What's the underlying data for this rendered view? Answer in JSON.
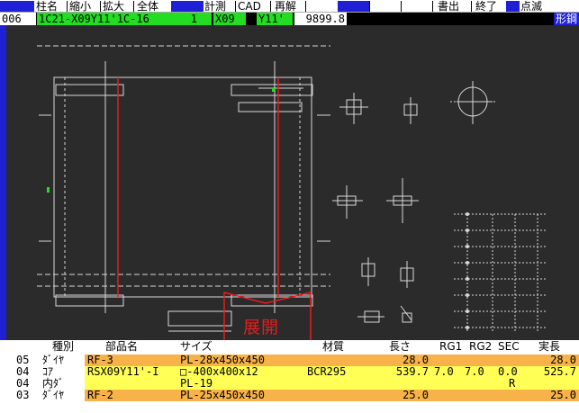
{
  "menu": {
    "items": [
      "柱名",
      "縮小",
      "拡大",
      "全体",
      "計測",
      "CAD",
      "再解",
      "書出",
      "終了",
      "点滅"
    ]
  },
  "info": {
    "no": "006",
    "member": "1C21-X09Y11'1C-16",
    "count": "1",
    "x": "X09",
    "y": "Y11'",
    "length": "9899.8",
    "right_tab": "形鋼"
  },
  "overlay": {
    "label": "展開"
  },
  "table": {
    "headers": {
      "type": "種別",
      "part": "部品名",
      "size": "サイズ",
      "material": "材質",
      "length": "長さ",
      "rg1": "RG1",
      "rg2": "RG2",
      "sec": "SEC",
      "actual": "実長"
    },
    "rows": [
      {
        "no": "05",
        "type": "ﾀﾞｲﾔ",
        "part": "RF-3",
        "size": "PL-28x450x450",
        "material": "",
        "length": "28.0",
        "rg1": "",
        "rg2": "",
        "sec": "",
        "actual": "28.0",
        "color": "#f7b24a"
      },
      {
        "no": "04",
        "type": "ｺｱ",
        "part": "RSX09Y11'-I",
        "size": "□-400x400x12",
        "material": "BCR295",
        "length": "539.7",
        "rg1": "7.0",
        "rg2": "7.0",
        "sec": "0.0",
        "actual": "525.7",
        "color": "#ffff55"
      },
      {
        "no": "04",
        "type": "内ﾀﾞ",
        "part": "",
        "size": "PL-19",
        "material": "",
        "length": "",
        "rg1": "",
        "rg2": "",
        "sec": "R",
        "actual": "",
        "color": "#ffff55"
      },
      {
        "no": "03",
        "type": "ﾀﾞｲﾔ",
        "part": "RF-2",
        "size": "PL-25x450x450",
        "material": "",
        "length": "25.0",
        "rg1": "",
        "rg2": "",
        "sec": "",
        "actual": "25.0",
        "color": "#f7b24a"
      }
    ]
  },
  "colors": {
    "accent_blue": "#1f1fd6",
    "info_green": "#22dd22",
    "canvas_bg": "#2b2b2b",
    "drawing_line": "#d8d8d8",
    "highlight_red": "#e81c1c",
    "row_yellow": "#ffff55",
    "row_orange": "#f7b24a"
  }
}
